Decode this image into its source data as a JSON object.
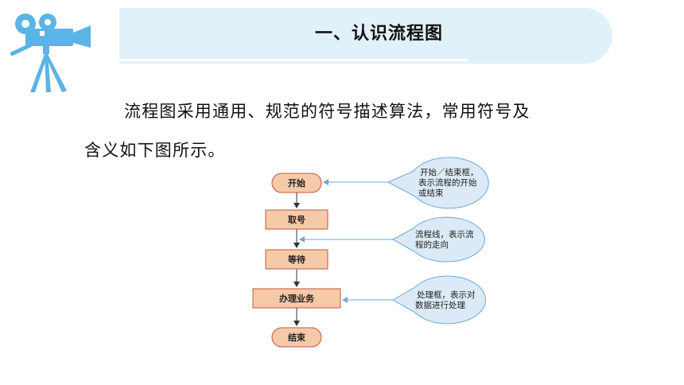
{
  "header": {
    "title": "一、认识流程图"
  },
  "paragraph": {
    "line1": "流程图采用通用、规范的符号描述算法，常用符号及",
    "line2": "含义如下图所示。"
  },
  "flowchart": {
    "nodes": [
      {
        "id": "start",
        "label": "开始",
        "shape": "terminal"
      },
      {
        "id": "step1",
        "label": "取号",
        "shape": "process"
      },
      {
        "id": "step2",
        "label": "等待",
        "shape": "process"
      },
      {
        "id": "step3",
        "label": "办理业务",
        "shape": "process"
      },
      {
        "id": "end",
        "label": "结束",
        "shape": "terminal"
      }
    ],
    "callouts": [
      {
        "lines": [
          "开始／结束框，",
          "表示流程的开始",
          "或结束"
        ]
      },
      {
        "lines": [
          "流程线，表示流",
          "程的走向"
        ]
      },
      {
        "lines": [
          "处理框，表示对",
          "数据进行处理"
        ]
      }
    ]
  },
  "colors": {
    "banner": "#e1f1f9",
    "camera": "#5ab4e5",
    "node_fill": "#f6c9a9",
    "node_stroke": "#c0583a",
    "callout_fill": "#dbeaf6",
    "callout_stroke": "#6aa9d8"
  },
  "icons": {
    "logo": "movie-camera-icon"
  }
}
